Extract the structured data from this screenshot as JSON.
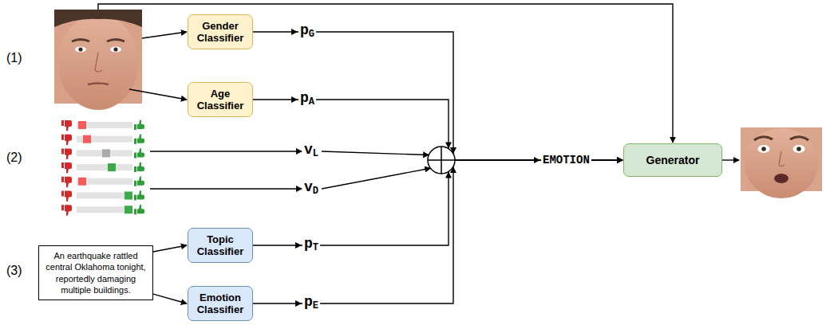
{
  "diagram": {
    "nodes": [
      {
        "text": [
          "Gender Classifier"
        ]
      },
      {
        "text": [
          "Age Classifier"
        ]
      },
      {
        "text": [
          "An earthquake rattled central Oklahoma tonight, reportedly damaging multiple buildings."
        ]
      },
      {
        "text": [
          "Topic Classifier"
        ]
      },
      {
        "text": [
          "Emotion Classifier"
        ]
      },
      {
        "text": [
          "Generator"
        ]
      }
    ],
    "edges": [
      {
        "from": 2,
        "to": 3,
        "arrow": "to"
      },
      {
        "from": 2,
        "to": 4,
        "arrow": "to"
      },
      {
        "from": 0,
        "to": 5,
        "arrow": "to"
      },
      {
        "from": 1,
        "to": 5,
        "arrow": "to"
      },
      {
        "from": 3,
        "to": 5,
        "arrow": "to"
      },
      {
        "from": 4,
        "to": 5,
        "arrow": "to"
      }
    ],
    "labels": [
      "(1)",
      "(2)",
      "(3)",
      "pG",
      "pA",
      "vL",
      "vD",
      "pT",
      "pE",
      "EMOTION"
    ]
  }
}
